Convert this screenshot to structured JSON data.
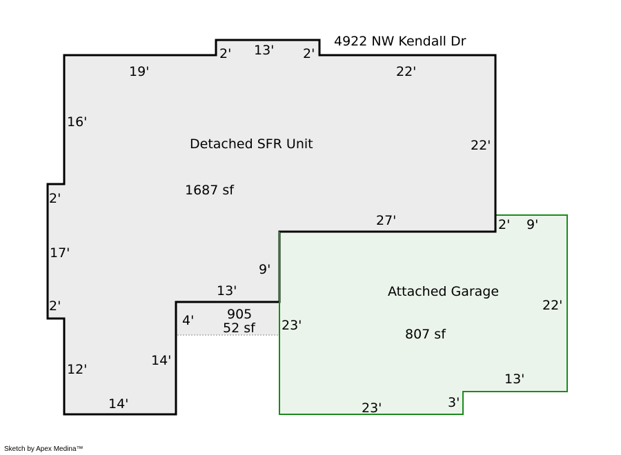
{
  "address": "4922 NW Kendall Dr",
  "colors": {
    "house_fill": "#ececec",
    "house_stroke": "#000000",
    "garage_fill": "#ebf4eb",
    "garage_stroke": "#1a8a1a"
  },
  "house": {
    "name": "Detached SFR Unit",
    "area": "1687 sf",
    "dims": [
      "2'",
      "13'",
      "2'",
      "19'",
      "22'",
      "16'",
      "22'",
      "2'",
      "27'",
      "17'",
      "9'",
      "13'",
      "2'",
      "4'",
      "14'",
      "12'",
      "14'"
    ]
  },
  "porch": {
    "name": "905",
    "area": "52 sf",
    "dim": "23'"
  },
  "garage": {
    "name": "Attached Garage",
    "area": "807 sf",
    "dims": [
      "2'",
      "9'",
      "22'",
      "13'",
      "3'",
      "23'"
    ]
  },
  "credit": "Sketch by Apex Medina™"
}
